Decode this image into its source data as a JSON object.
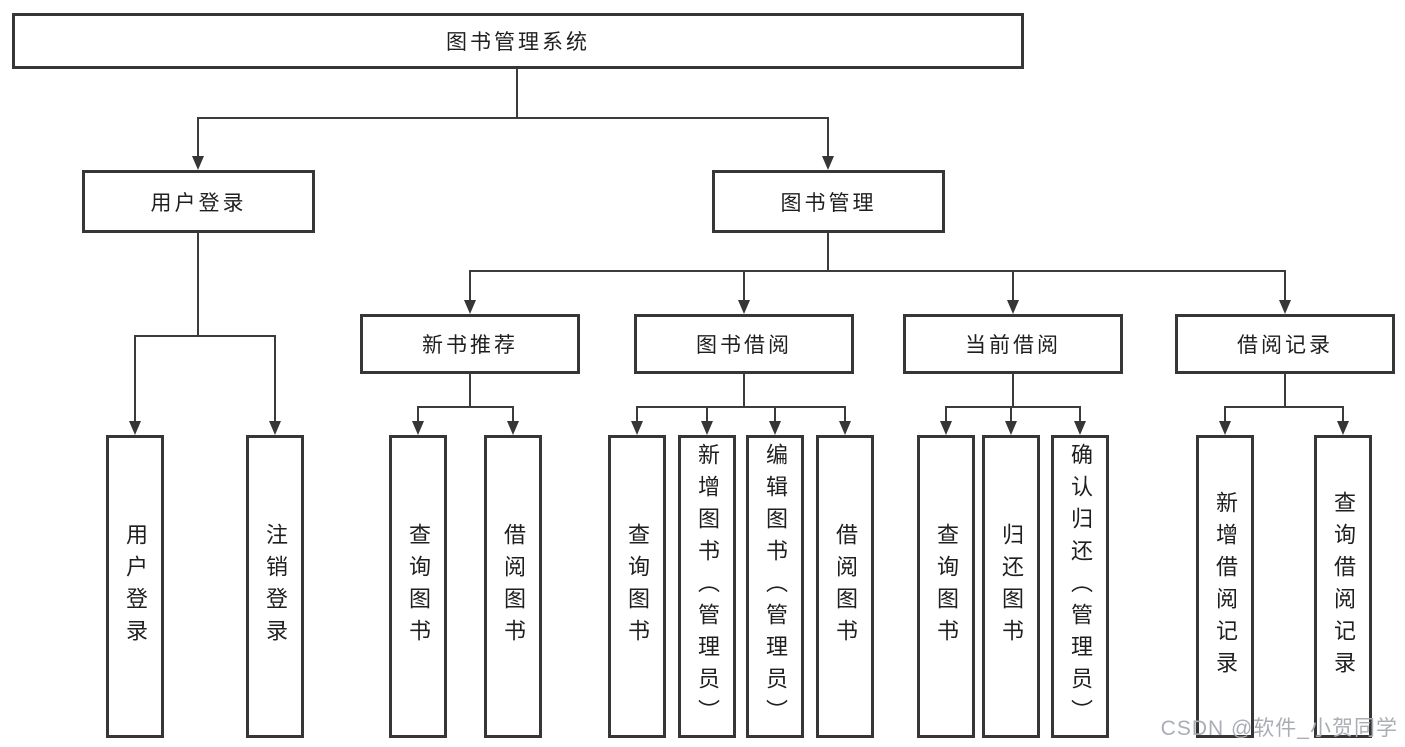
{
  "diagram": {
    "root": "图书管理系统",
    "level2": {
      "login": "用户登录",
      "management": "图书管理"
    },
    "level3": {
      "recommend": "新书推荐",
      "borrow": "图书借阅",
      "current": "当前借阅",
      "records": "借阅记录"
    },
    "leaves": {
      "user_login": "用户登录",
      "logout": "注销登录",
      "rec_query": "查询图书",
      "rec_borrow": "借阅图书",
      "bor_query": "查询图书",
      "bor_add": "新增图书（管理员）",
      "bor_edit": "编辑图书（管理员）",
      "bor_borrow": "借阅图书",
      "cur_query": "查询图书",
      "cur_return": "归还图书",
      "cur_confirm": "确认归还（管理员）",
      "rcd_add": "新增借阅记录",
      "rcd_query": "查询借阅记录"
    },
    "hierarchy": {
      "图书管理系统": {
        "用户登录": [
          "用户登录",
          "注销登录"
        ],
        "图书管理": {
          "新书推荐": [
            "查询图书",
            "借阅图书"
          ],
          "图书借阅": [
            "查询图书",
            "新增图书（管理员）",
            "编辑图书（管理员）",
            "借阅图书"
          ],
          "当前借阅": [
            "查询图书",
            "归还图书",
            "确认归还（管理员）"
          ],
          "借阅记录": [
            "新增借阅记录",
            "查询借阅记录"
          ]
        }
      }
    }
  },
  "watermark": "CSDN @软件_小贺同学",
  "colors": {
    "background": "#ffffff",
    "box_border": "#363636",
    "line": "#3b3b3b",
    "text": "#1f1f1f",
    "watermark": "#a9aeb5"
  }
}
